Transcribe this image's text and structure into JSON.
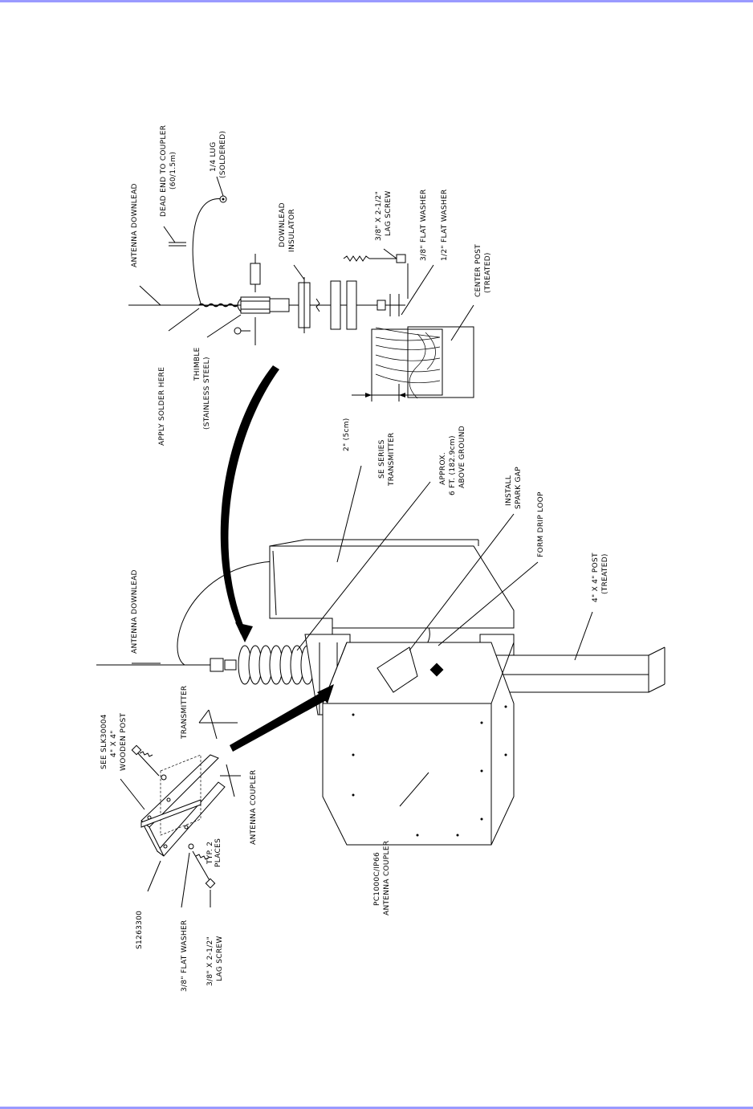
{
  "page": {
    "rule_color": "#9a9aff"
  },
  "labels": {
    "antenna_downlead_top": "ANTENNA DOWNLEAD",
    "dead_end_1": "DEAD END TO COUPLER",
    "dead_end_2": "(60/1.5m)",
    "lug_1": "1/4 LUG",
    "lug_2": "(SOLDERED)",
    "downlead_insulator_1": "DOWNLEAD",
    "downlead_insulator_2": "INSULATOR",
    "lag_screw_top_1": "3/8\" X 2-1/2\"",
    "lag_screw_top_2": "LAG SCREW",
    "flat_washer_38_top": "3/8\" FLAT WASHER",
    "flat_washer_12_top": "1/2\" FLAT WASHER",
    "center_post_1": "CENTER POST",
    "center_post_2": "(TREATED)",
    "apply_solder": "APPLY SOLDER HERE",
    "thimble_1": "THIMBLE",
    "thimble_2": "(STAINLESS STEEL)",
    "dim_2in": "2\" (5cm)",
    "se_series_1": "SE SERIES",
    "se_series_2": "TRANSMITTER",
    "approx_1": "APPROX.",
    "approx_2": "6 FT. (182.9cm)",
    "approx_3": "ABOVE GROUND",
    "spark_gap_1": "INSTALL",
    "spark_gap_2": "SPARK GAP",
    "drip_loop": "FORM DRIP LOOP",
    "antenna_downlead_mid": "ANTENNA DOWNLEAD",
    "post_4x4_1": "4\" X 4\" POST",
    "post_4x4_2": "(TREATED)",
    "see_slk_1": "SEE SLK30004",
    "see_slk_2": "4\" X 4\"",
    "see_slk_3": "WOODEN POST",
    "transmitter": "TRANSMITTER",
    "antenna_coupler": "ANTENNA COUPLER",
    "typ_1": "TYP. 2",
    "typ_2": "PLACES",
    "part_no": "S1263300",
    "flat_washer_38_bot": "3/8\" FLAT WASHER",
    "lag_screw_bot_1": "3/8\" X 2-1/2\"",
    "lag_screw_bot_2": "LAG SCREW",
    "coupler_1": "PC1000C/IP66",
    "coupler_2": "ANTENNA COUPLER"
  }
}
